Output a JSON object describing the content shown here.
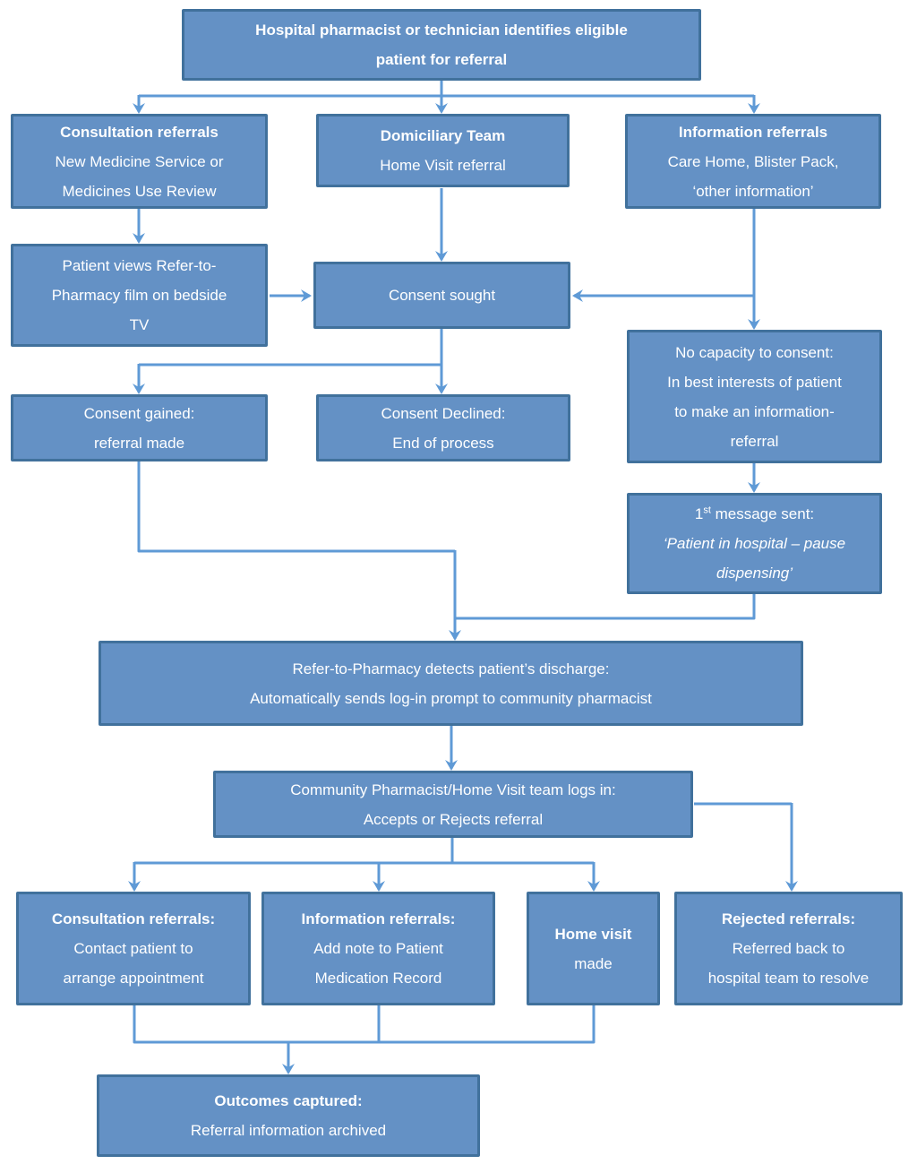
{
  "colors": {
    "node_fill": "#6491c5",
    "node_border": "#41719c",
    "connector": "#5f9ad6",
    "node_text": "#ffffff",
    "background": "#ffffff"
  },
  "nodes": {
    "identify": {
      "title": "Hospital pharmacist or technician identifies eligible\npatient for referral"
    },
    "consultation_referrals": {
      "title": "Consultation referrals",
      "body": "New Medicine Service or\nMedicines Use Review"
    },
    "domiciliary_team": {
      "title": "Domiciliary Team",
      "body": "Home Visit referral"
    },
    "information_referrals": {
      "title": "Information referrals",
      "body": "Care Home, Blister Pack,\n‘other information’"
    },
    "patient_views_film": {
      "body": "Patient views Refer-to-\nPharmacy film on bedside\nTV"
    },
    "consent_sought": {
      "body": "Consent sought"
    },
    "no_capacity": {
      "body": "No capacity to consent:\nIn best interests of patient\nto make an information-\nreferral"
    },
    "consent_gained": {
      "body": "Consent gained:\nreferral made"
    },
    "consent_declined": {
      "body": "Consent Declined:\nEnd of process"
    },
    "first_message": {
      "num": "1",
      "ordinal": "st",
      "rest": " message sent:",
      "quote": "‘Patient in hospital – pause\ndispensing’"
    },
    "detects_discharge": {
      "body": "Refer-to-Pharmacy detects patient’s discharge:\nAutomatically sends log-in prompt to community pharmacist"
    },
    "logs_in": {
      "body": "Community Pharmacist/Home Visit team logs in:\nAccepts or Rejects referral"
    },
    "consultation_outcome": {
      "title": "Consultation referrals:",
      "body": "Contact patient to\narrange appointment"
    },
    "information_outcome": {
      "title": "Information referrals:",
      "body": "Add note to Patient\nMedication Record"
    },
    "home_visit": {
      "title": "Home visit",
      "body": "made"
    },
    "rejected_referrals": {
      "title": "Rejected referrals:",
      "body": "Referred back to\nhospital team to resolve"
    },
    "outcomes": {
      "title": "Outcomes captured:",
      "body": "Referral information archived"
    }
  }
}
